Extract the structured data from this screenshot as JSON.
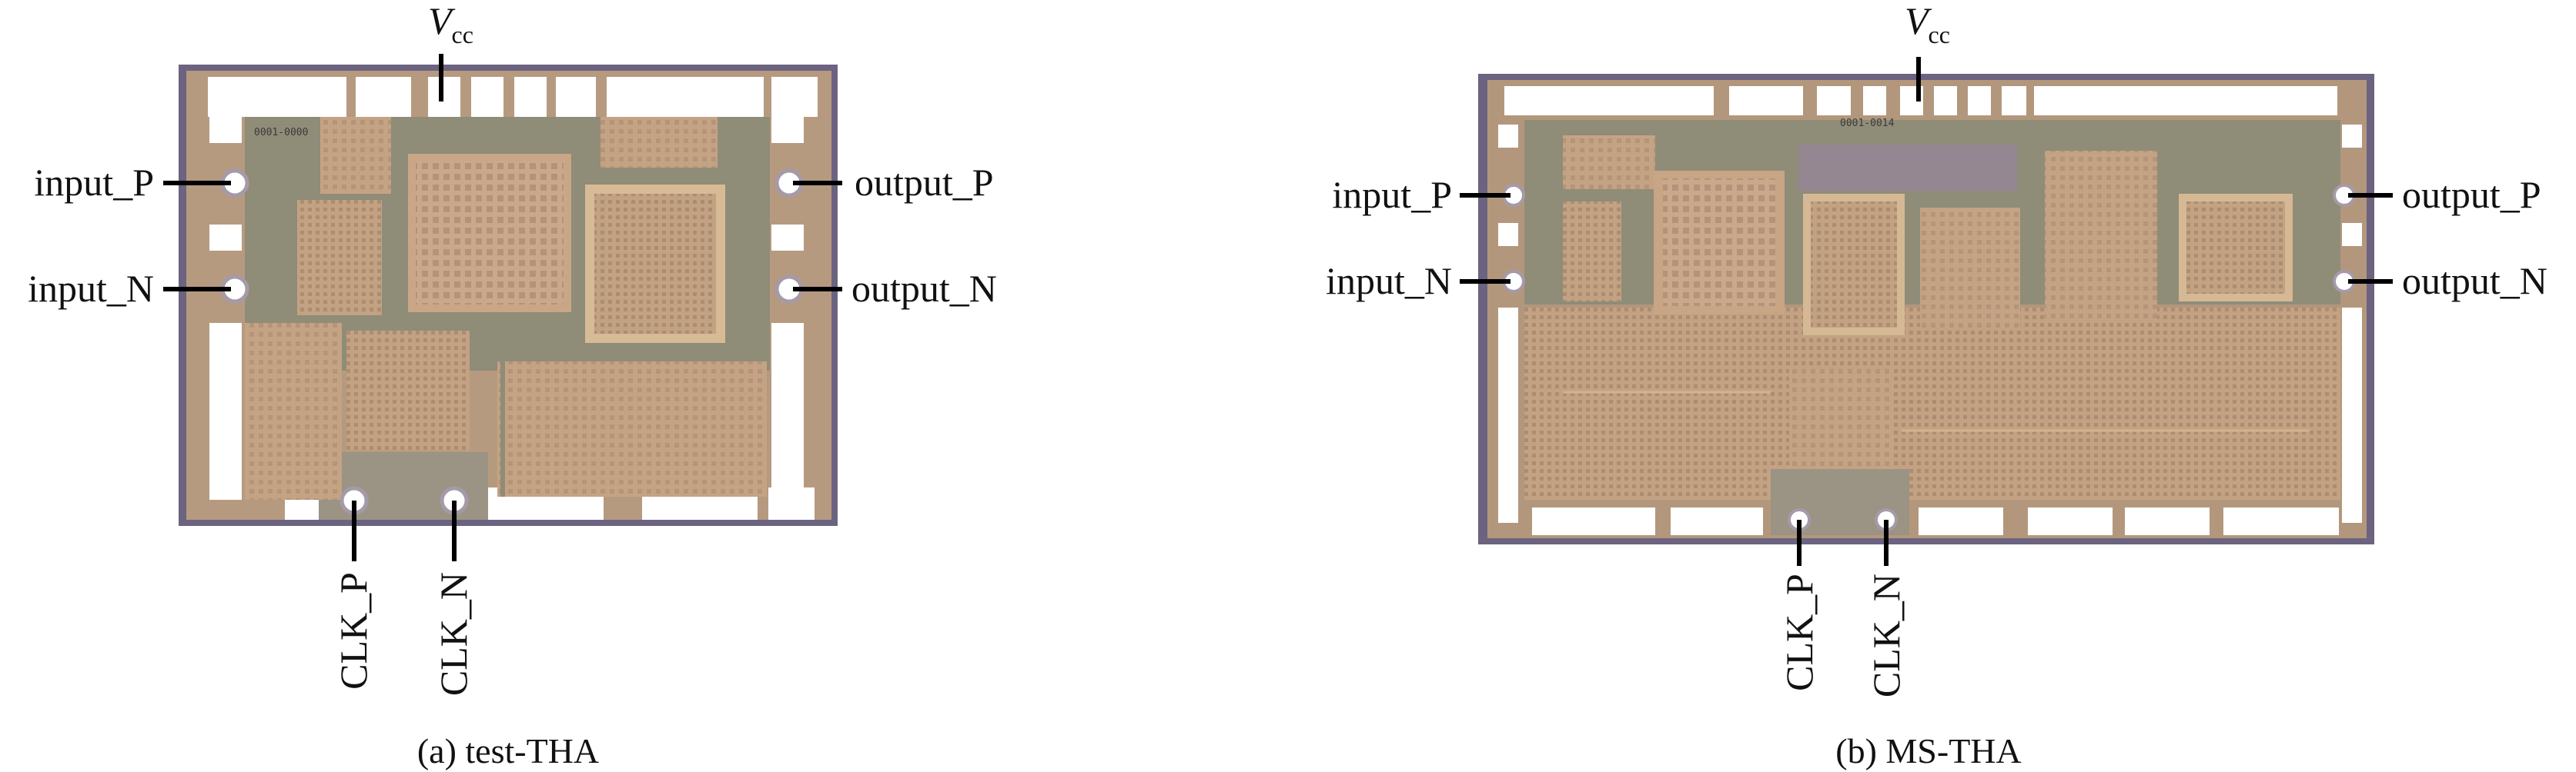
{
  "panels": [
    {
      "caption": "(a) test-THA",
      "vcc": {
        "main": "V",
        "sub": "cc"
      },
      "chip_marking": "0001-0000",
      "pins": {
        "input_p": "input_P",
        "input_n": "input_N",
        "output_p": "output_P",
        "output_n": "output_N",
        "clk_p": "CLK_P",
        "clk_n": "CLK_N"
      }
    },
    {
      "caption": "(b) MS-THA",
      "vcc": {
        "main": "V",
        "sub": "cc"
      },
      "chip_marking": "0001-0014",
      "pins": {
        "input_p": "input_P",
        "input_n": "input_N",
        "output_p": "output_P",
        "output_n": "output_N",
        "clk_p": "CLK_P",
        "clk_n": "CLK_N"
      }
    }
  ],
  "colors": {
    "die_frame": "#5e5870",
    "die_base": "#b89a7c",
    "grid_fill": "#c3a283",
    "wiring": "#8e8d78",
    "pad": "#ffffff",
    "pad_ring": "#a89aa8",
    "label": "#111111"
  }
}
